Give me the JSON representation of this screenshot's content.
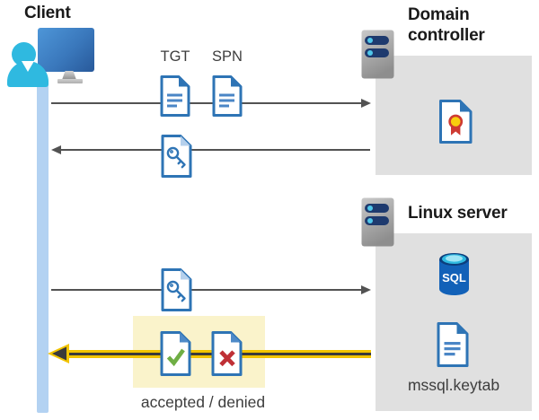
{
  "labels": {
    "client": "Client",
    "domain_controller": "Domain controller",
    "linux_server": "Linux server",
    "tgt": "TGT",
    "spn": "SPN",
    "sql": "SQL",
    "keytab": "mssql.keytab",
    "accepted_denied": "accepted / denied"
  },
  "flows": [
    {
      "from": "client",
      "to": "domain-controller",
      "items": [
        "TGT",
        "SPN"
      ],
      "style": "gray-arrow"
    },
    {
      "from": "domain-controller",
      "to": "client",
      "items": [
        "key-document"
      ],
      "style": "gray-arrow"
    },
    {
      "from": "client",
      "to": "linux-server",
      "items": [
        "key-document"
      ],
      "style": "gray-arrow"
    },
    {
      "from": "linux-server",
      "to": "client",
      "items": [
        "accepted-document",
        "denied-document"
      ],
      "style": "yellow-highlighted-arrow"
    }
  ],
  "icons": {
    "client-icon": "person-at-monitor",
    "server-icon": "server-tower-with-two-drive-bays",
    "tgt-document-icon": "document-with-text-lines",
    "spn-document-icon": "document-with-text-lines",
    "key-document-icon": "document-with-key",
    "certificate-icon": "document-with-ribbon-seal",
    "sql-database-icon": "database-cylinder-labeled-sql",
    "accepted-document-icon": "document-with-green-check",
    "denied-document-icon": "document-with-red-x",
    "keytab-document-icon": "document-with-text-lines"
  },
  "colors": {
    "title_text": "#1a1a1a",
    "label_text": "#3d3d3d",
    "doc_border": "#2e74b5",
    "doc_fold_mid": "#4e8ac8",
    "doc_fold_light": "#b5d0ec",
    "doc_lines": "#4a86c6",
    "bar_blue": "#b3d2f2",
    "box_gray": "#e0e0e0",
    "arrow_gray": "#525252",
    "yellow": "#f2c400",
    "yellow_core": "#3a3a3a",
    "highlight_yellow": "#faf3cb",
    "green_check": "#6fae44",
    "red_x": "#bf3036",
    "cert_red": "#ce3a32",
    "cert_yellow": "#f8cf0e",
    "navy_pill": "#1e3a6e",
    "cyan_dot": "#4fc7ea",
    "person_cyan": "#2fb9e0",
    "sql_body": "#1261b8",
    "sql_rim": "#0c3e7c",
    "sql_cyan": "#2fb9e0",
    "sql_cyan_light": "#9fe5f5"
  }
}
